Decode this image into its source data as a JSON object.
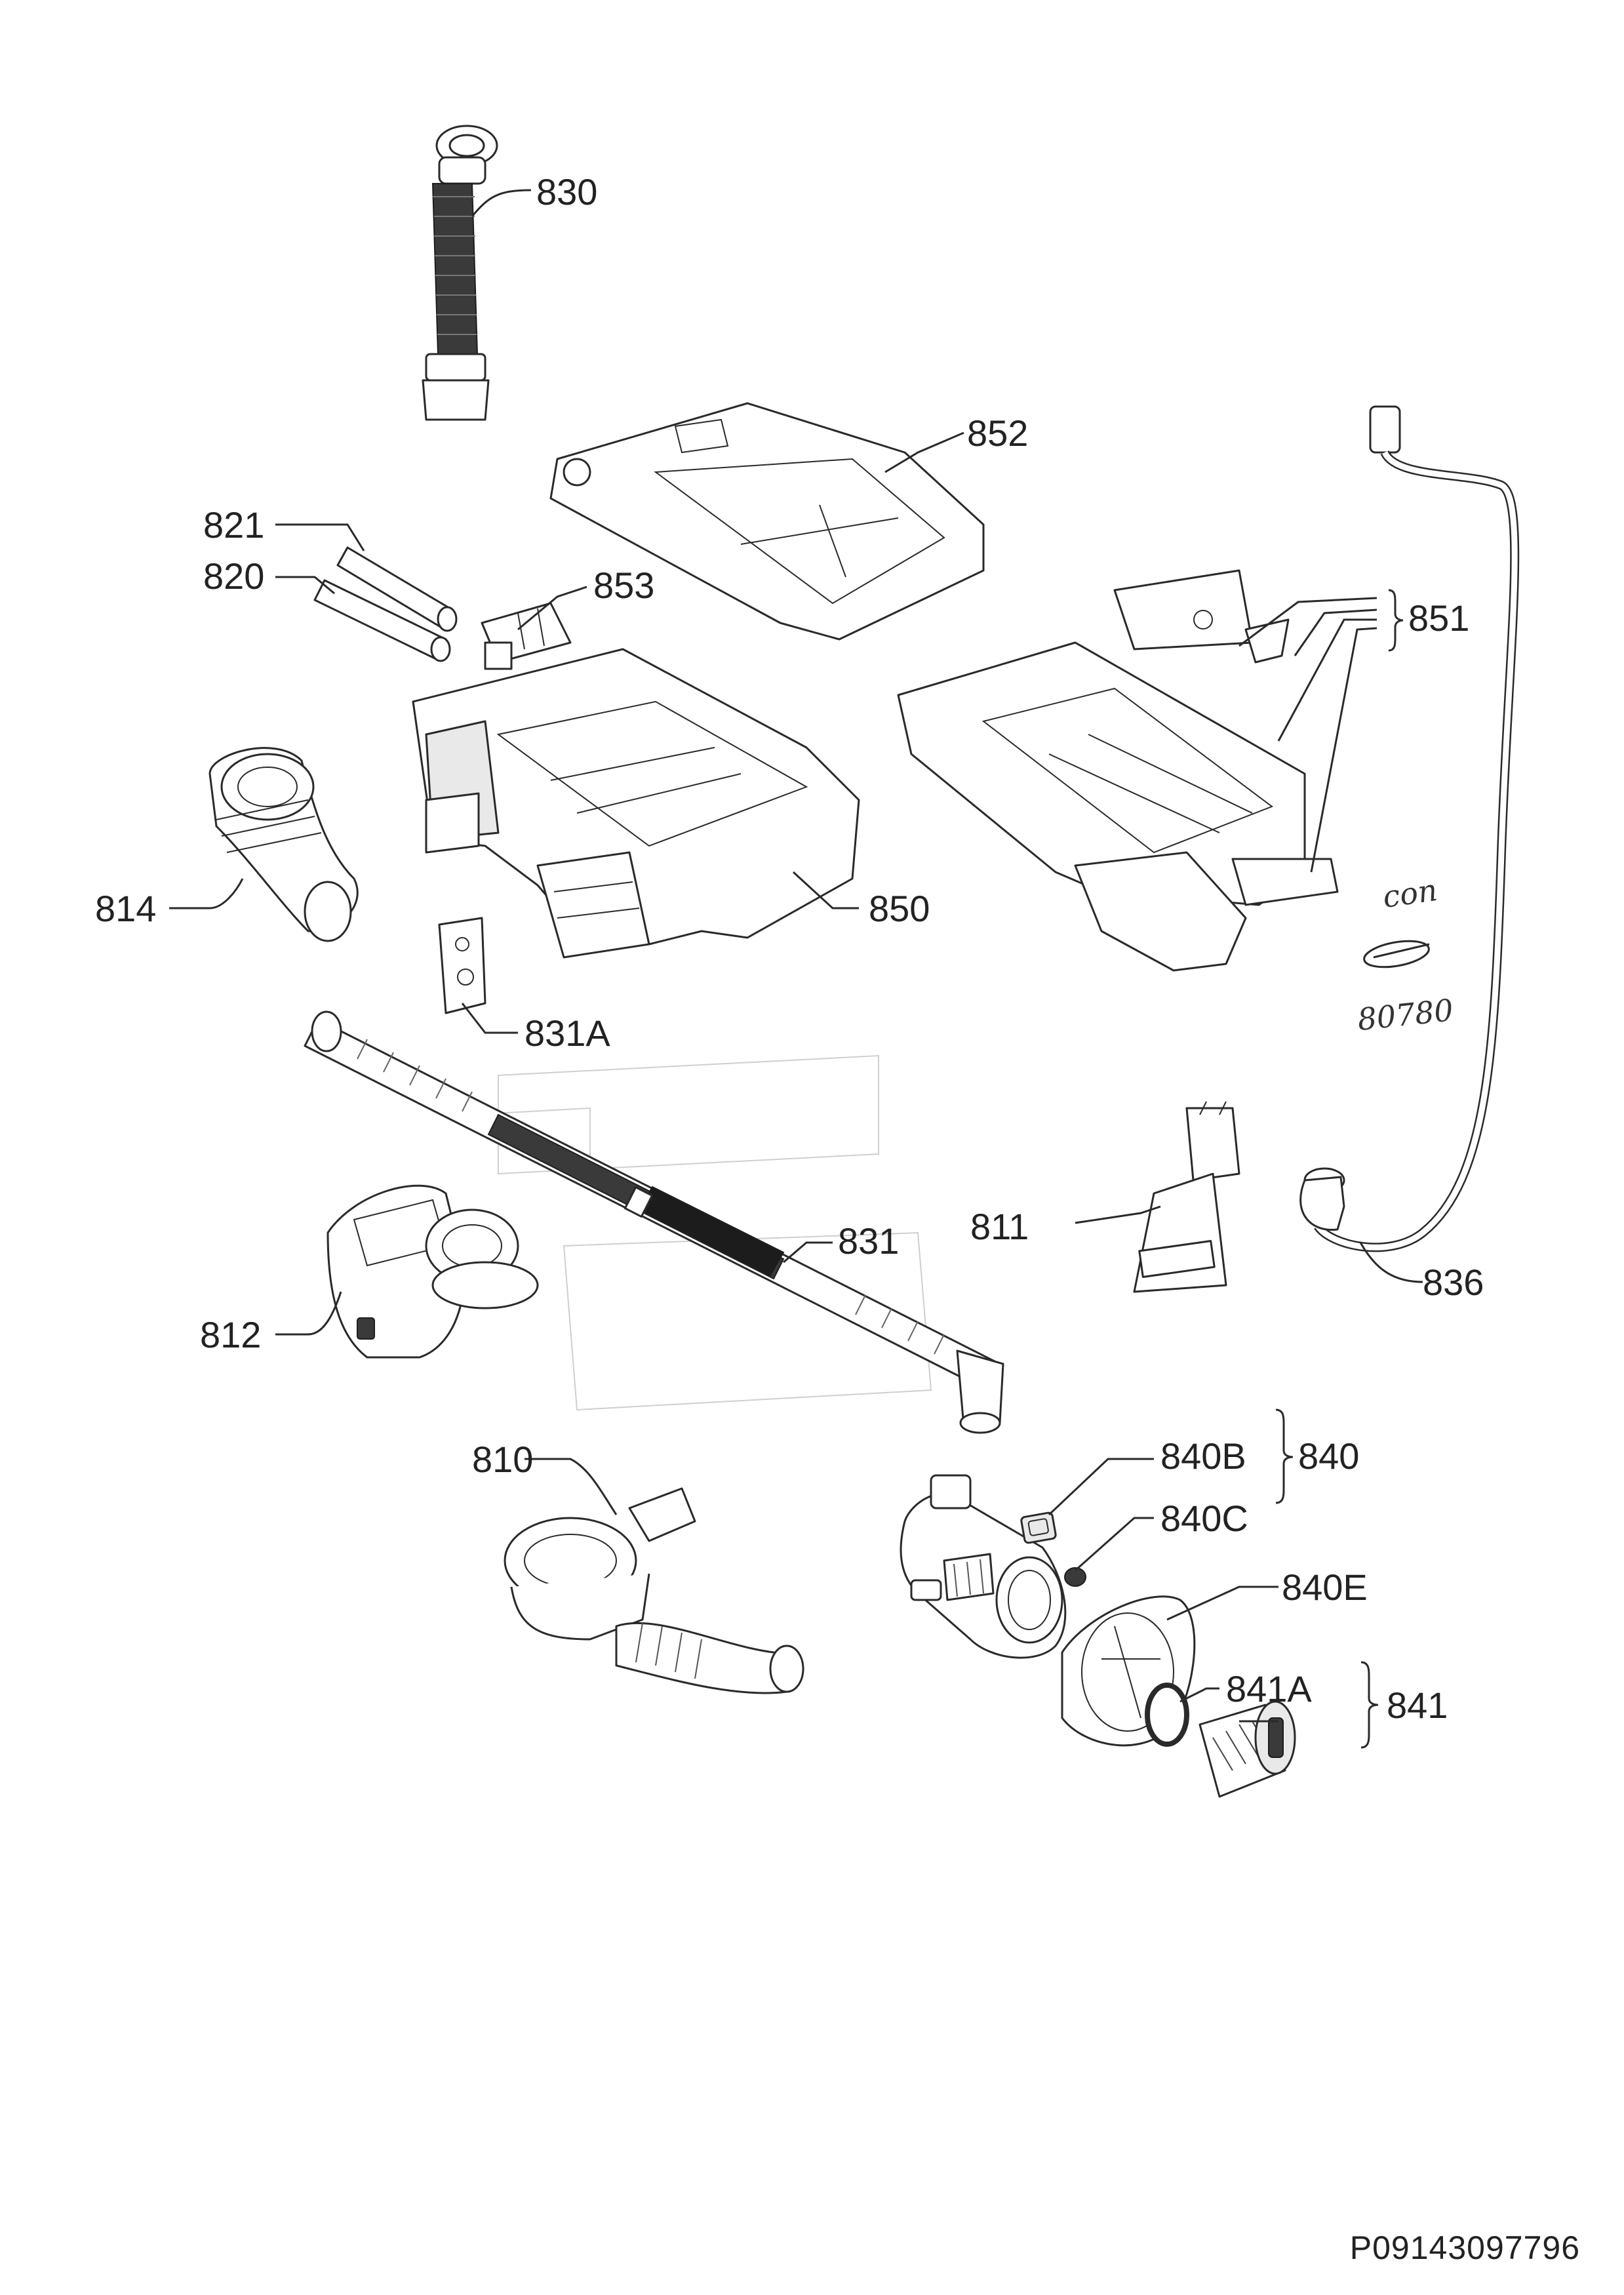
{
  "labels": {
    "p830": "830",
    "p852": "852",
    "p821": "821",
    "p820": "820",
    "p853": "853",
    "p851": "851",
    "p814": "814",
    "p850": "850",
    "p831A": "831A",
    "p831": "831",
    "p811": "811",
    "p836": "836",
    "p812": "812",
    "p810": "810",
    "p840B": "840B",
    "p840C": "840C",
    "p840": "840",
    "p840E": "840E",
    "p841A": "841A",
    "p841": "841"
  },
  "handwriting": {
    "line1": "con",
    "line2": "80780"
  },
  "document_code": "P09143097796"
}
